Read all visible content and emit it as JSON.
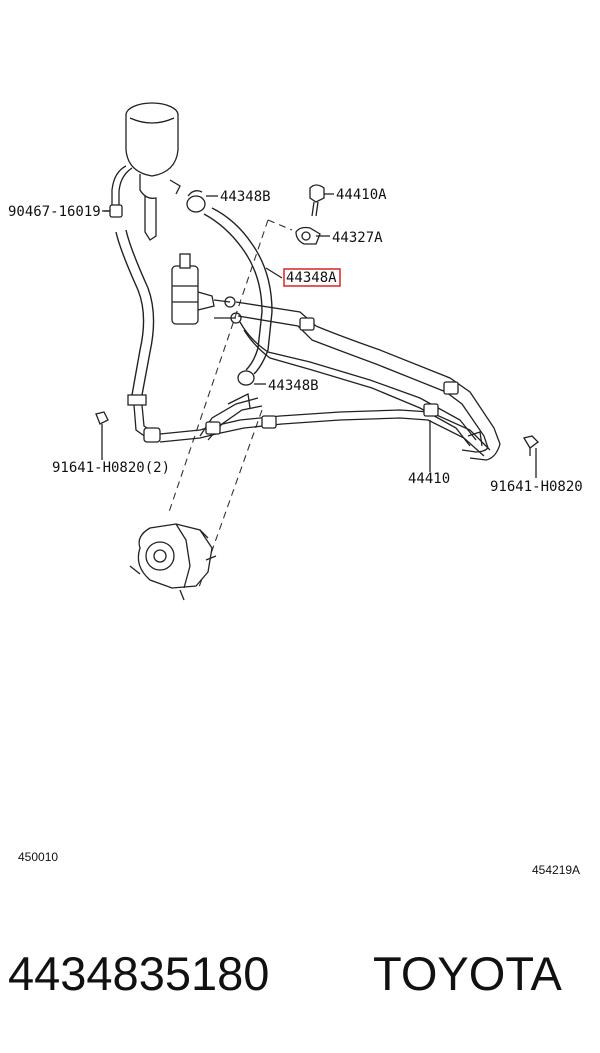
{
  "diagram": {
    "callouts": {
      "hose_clamp_left": "90467-16019",
      "hose_clamp_top": "44348B",
      "union_bolt": "44410A",
      "gasket": "44327A",
      "return_hose": "44348A",
      "hose_clamp_mid": "44348B",
      "bolt_left": "91641-H0820(2)",
      "pressure_tube": "44410",
      "bolt_right": "91641-H0820"
    },
    "figure_codes": {
      "left": "450010",
      "right": "454219A"
    },
    "highlight_color": "#e03030"
  },
  "footer": {
    "part_number": "4434835180",
    "brand": "TOYOTA"
  }
}
